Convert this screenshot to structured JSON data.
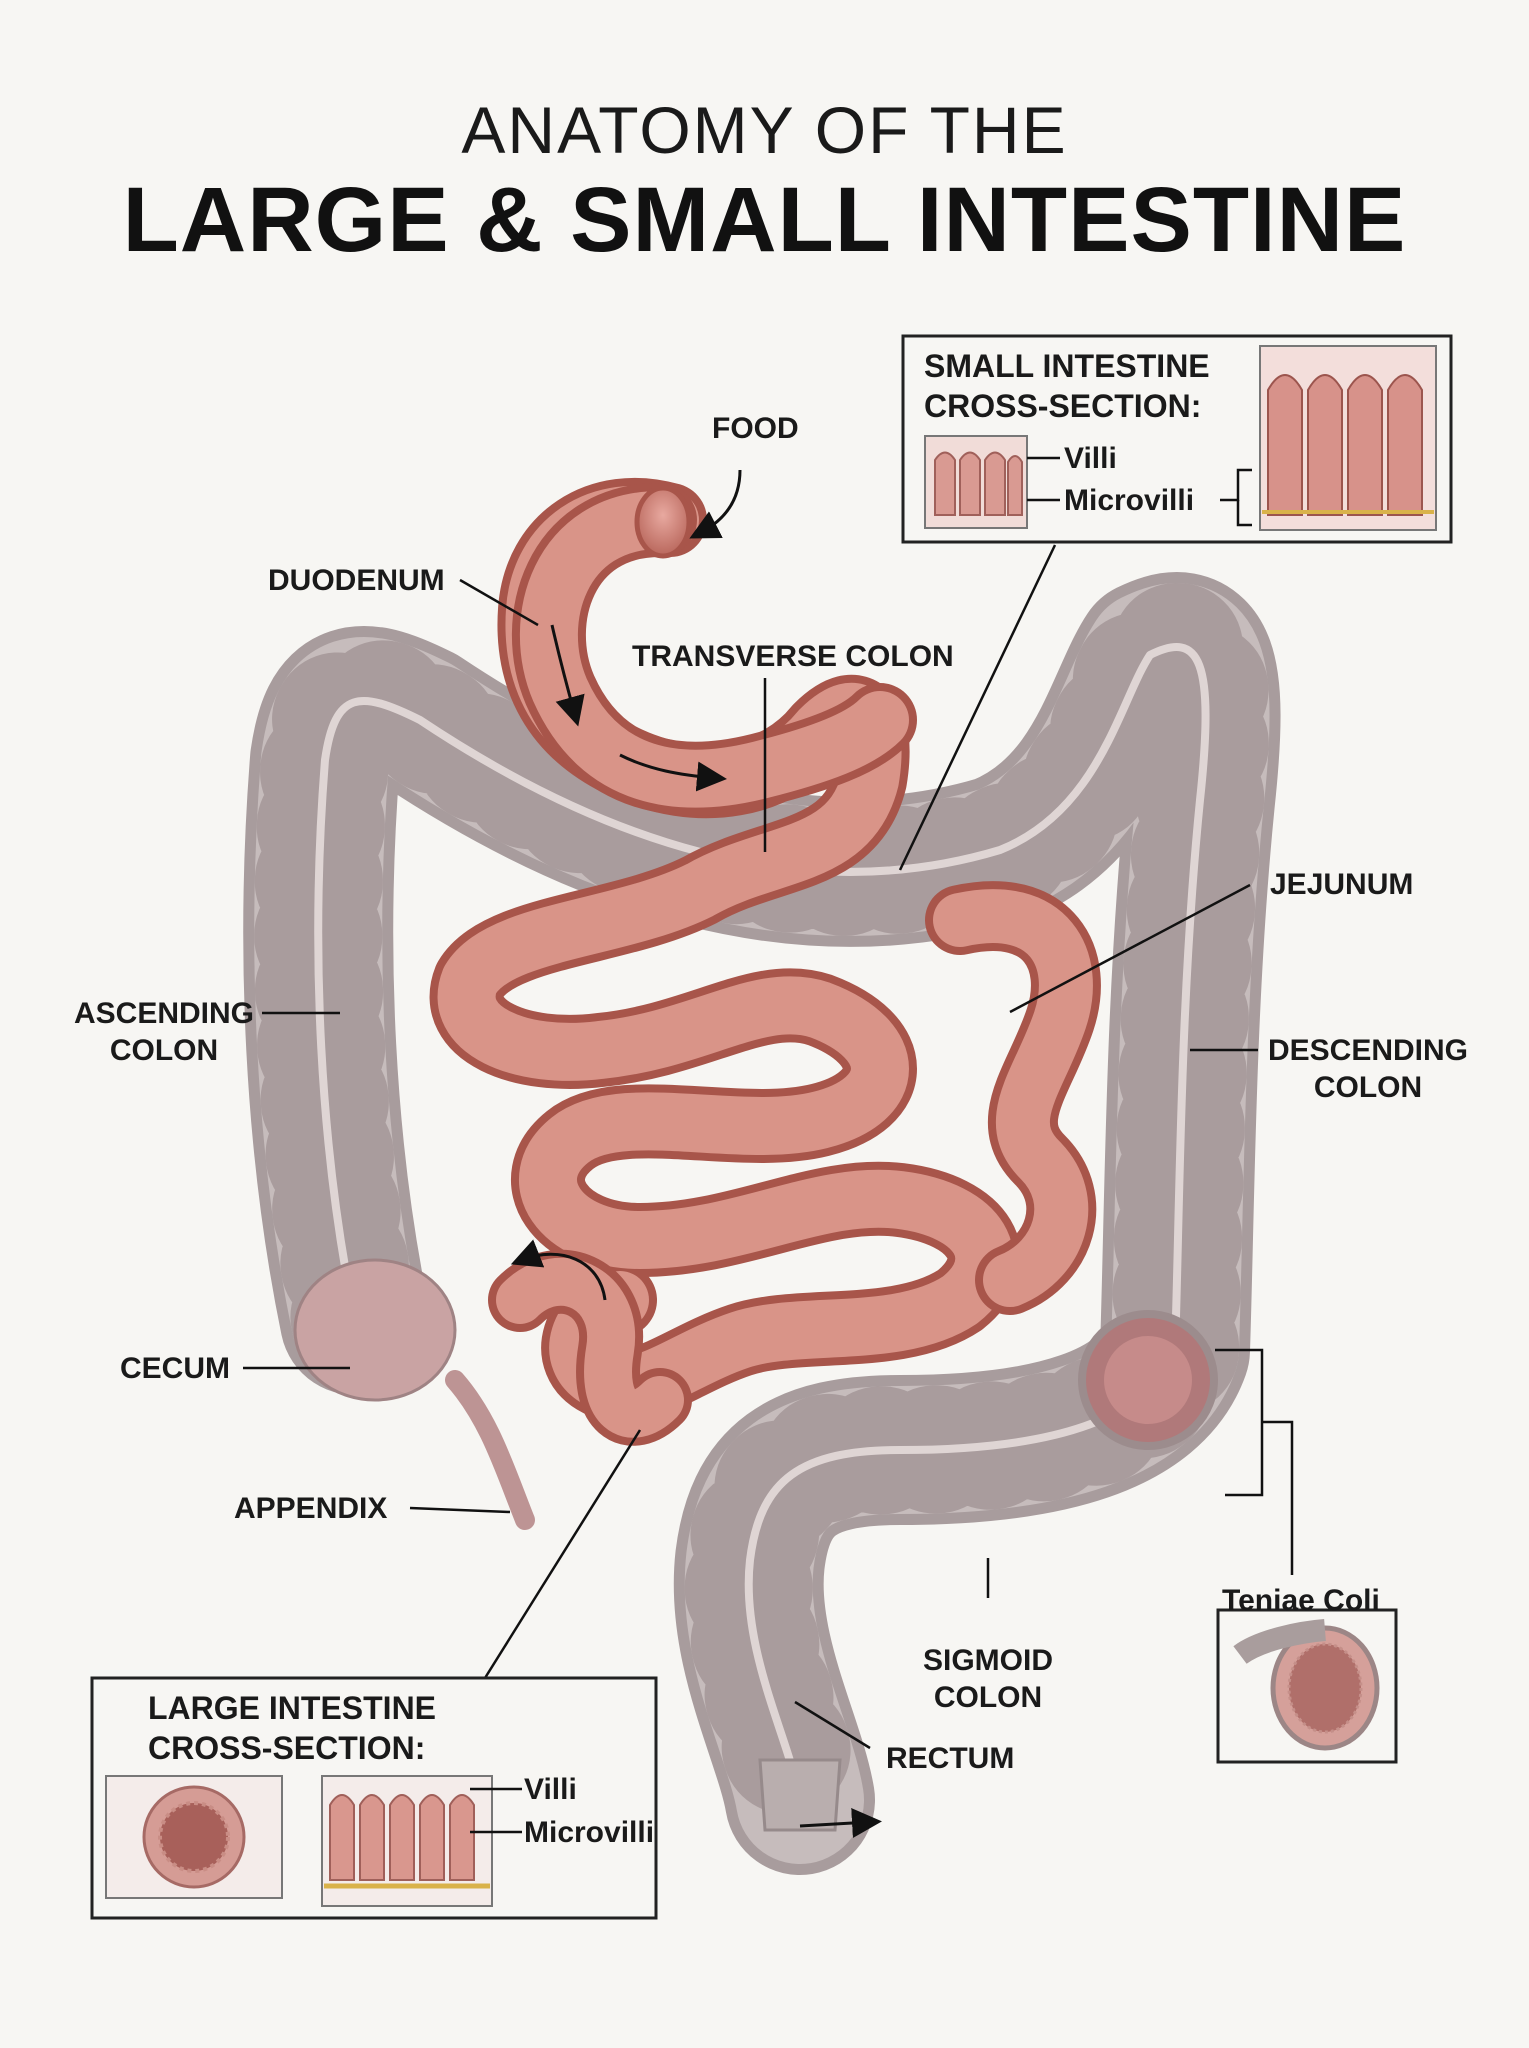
{
  "title": {
    "line1": "ANATOMY OF THE",
    "line2": "LARGE & SMALL INTESTINE"
  },
  "labels": {
    "food": "FOOD",
    "duodenum": "DUODENUM",
    "transverse_colon": "TRANSVERSE COLON",
    "jejunum": "JEJUNUM",
    "ascending_colon_1": "ASCENDING",
    "ascending_colon_2": "COLON",
    "descending_colon_1": "DESCENDING",
    "descending_colon_2": "COLON",
    "cecum": "CECUM",
    "appendix": "APPENDIX",
    "teniae_coli": "Teniae Coli",
    "sigmoid_colon_1": "SIGMOID",
    "sigmoid_colon_2": "COLON",
    "rectum": "RECTUM"
  },
  "small_intestine_box": {
    "title_1": "SMALL INTESTINE",
    "title_2": "CROSS-SECTION:",
    "villi": "Villi",
    "microvilli": "Microvilli"
  },
  "large_intestine_box": {
    "title_1": "LARGE INTESTINE",
    "title_2": "CROSS-SECTION:",
    "villi": "Villi",
    "microvilli": "Microvilli"
  },
  "colors": {
    "colon": "#bdb2b2",
    "small_intestine": "#d8948a",
    "background": "#f7f6f3"
  }
}
